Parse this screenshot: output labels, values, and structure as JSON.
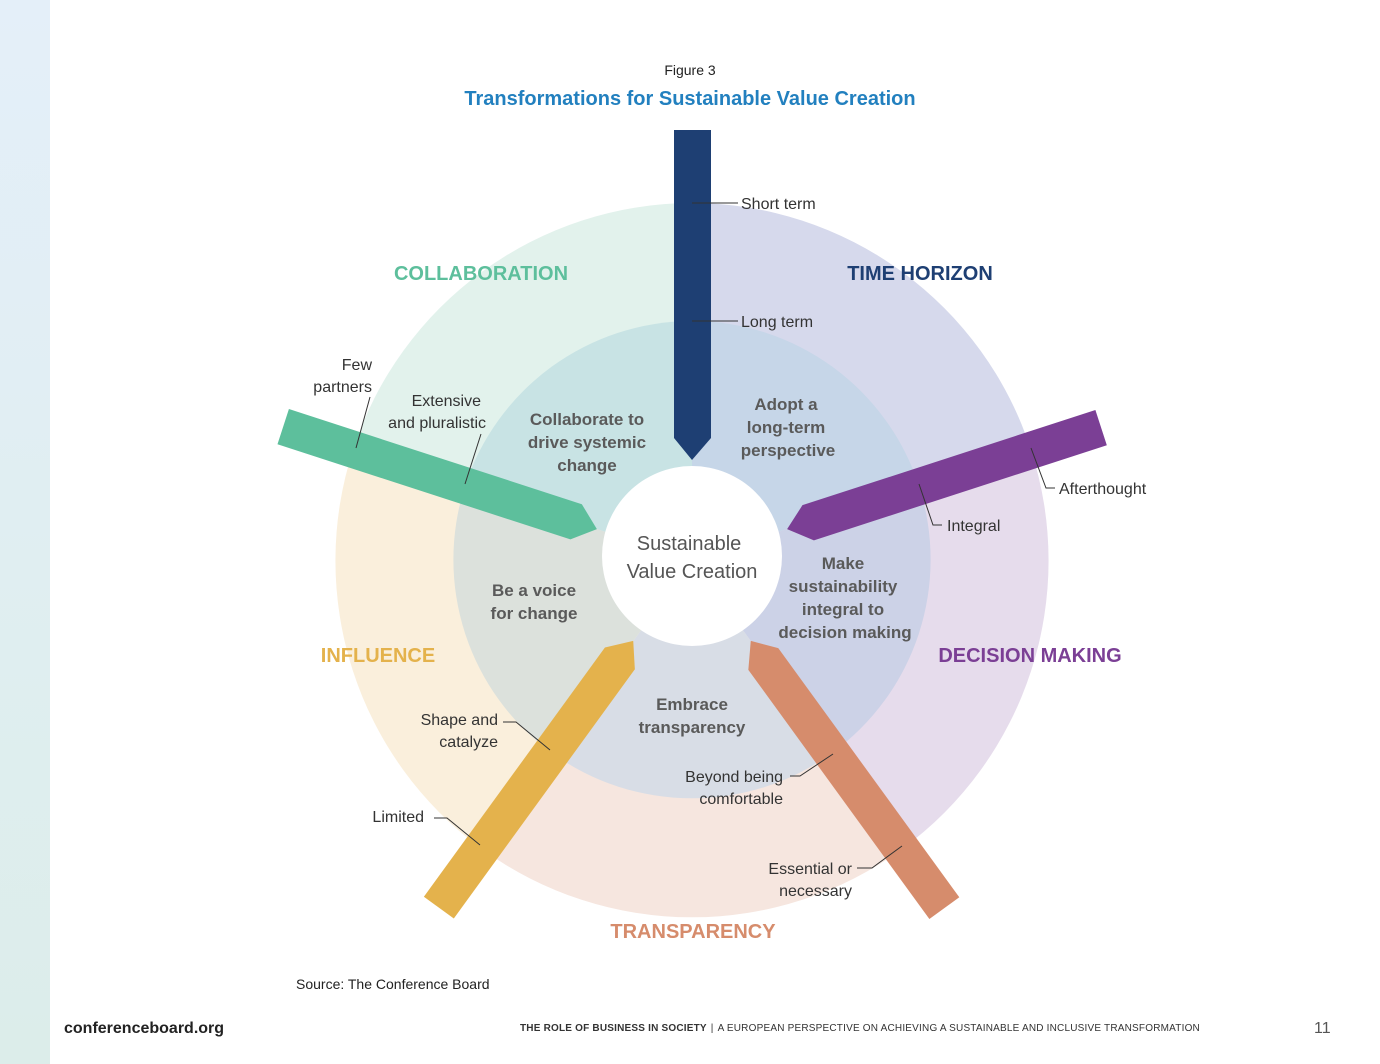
{
  "figure": {
    "label": "Figure 3",
    "title": "Transformations for Sustainable Value Creation"
  },
  "center_label": [
    "Sustainable",
    "Value Creation"
  ],
  "colors": {
    "collaboration": "#5dbf9c",
    "time_horizon": "#1e3f73",
    "decision_making": "#7b3f95",
    "transparency": "#d68c6c",
    "influence": "#e4b24c",
    "title": "#2280bf"
  },
  "segments": {
    "time_horizon": {
      "name": "TIME HORIZON",
      "inner_text": [
        "Adopt a",
        "long-term",
        "perspective"
      ],
      "from_label": "Short term",
      "to_label": "Long term"
    },
    "decision_making": {
      "name": "DECISION MAKING",
      "inner_text": [
        "Make",
        "sustainability",
        "integral to",
        "decision making"
      ],
      "from_label": "Afterthought",
      "to_label": "Integral"
    },
    "transparency": {
      "name": "TRANSPARENCY",
      "inner_text": [
        "Embrace",
        "transparency"
      ],
      "from_label": [
        "Essential or",
        "necessary"
      ],
      "to_label": [
        "Beyond being",
        "comfortable"
      ]
    },
    "influence": {
      "name": "INFLUENCE",
      "inner_text": [
        "Be a voice",
        "for change"
      ],
      "from_label": "Limited",
      "to_label": [
        "Shape and",
        "catalyze"
      ]
    },
    "collaboration": {
      "name": "COLLABORATION",
      "inner_text": [
        "Collaborate to",
        "drive systemic",
        "change"
      ],
      "from_label": [
        "Few",
        "partners"
      ],
      "to_label": [
        "Extensive",
        "and pluralistic"
      ]
    }
  },
  "source": "Source: The Conference Board",
  "footer": {
    "site": "conferenceboard.org",
    "doc_title": "THE ROLE OF BUSINESS IN SOCIETY",
    "separator": "|",
    "doc_subtitle": "A EUROPEAN PERSPECTIVE ON ACHIEVING A SUSTAINABLE AND INCLUSIVE TRANSFORMATION",
    "page": "11"
  }
}
